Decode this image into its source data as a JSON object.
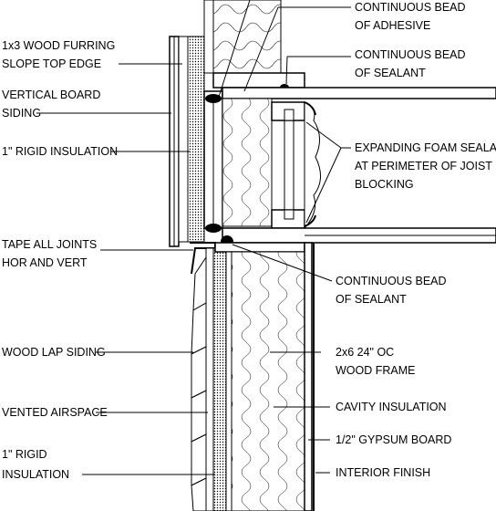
{
  "labels": {
    "furring": [
      "1x3 WOOD FURRING",
      "SLOPE TOP EDGE"
    ],
    "vertical_siding": [
      "VERTICAL BOARD",
      "SIDING"
    ],
    "rigid_upper": [
      "1\" RIGID INSULATION"
    ],
    "tape_joints": [
      "TAPE ALL JOINTS",
      "HOR AND VERT"
    ],
    "lap_siding": [
      "WOOD LAP SIDING"
    ],
    "airspace": [
      "VENTED AIRSPACE"
    ],
    "rigid_lower": [
      "1\" RIGID",
      "INSULATION"
    ],
    "adhesive": [
      "CONTINUOUS BEAD",
      "OF ADHESIVE"
    ],
    "sealant_top": [
      "CONTINUOUS BEAD",
      "OF SEALANT"
    ],
    "foam_sealant": [
      "EXPANDING FOAM SEALANT",
      "AT PERIMETER OF JOIST",
      "BLOCKING"
    ],
    "sealant_mid": [
      "CONTINUOUS BEAD",
      "OF SEALANT"
    ],
    "wood_frame": [
      "2x6 24\" OC",
      "WOOD FRAME"
    ],
    "cavity": [
      "CAVITY INSULATION"
    ],
    "gypsum": [
      "1/2\" GYPSUM BOARD"
    ],
    "interior": [
      "INTERIOR FINISH"
    ]
  }
}
